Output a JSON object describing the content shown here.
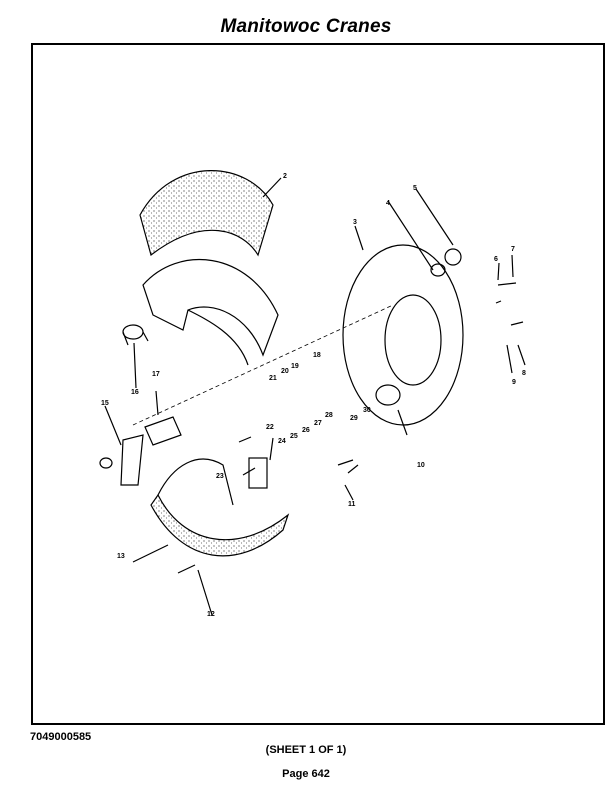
{
  "header": {
    "title": "Manitowoc Cranes"
  },
  "footer": {
    "doc_number": "7049000585",
    "sheet": "(SHEET 1 OF 1)",
    "page": "Page 642"
  },
  "callouts": [
    "2",
    "3",
    "4",
    "5",
    "6",
    "7",
    "8",
    "9",
    "10",
    "11",
    "12",
    "13",
    "15",
    "16",
    "17",
    "18",
    "19",
    "20",
    "21",
    "22",
    "23",
    "24",
    "25",
    "26",
    "27",
    "28",
    "29",
    "30"
  ]
}
